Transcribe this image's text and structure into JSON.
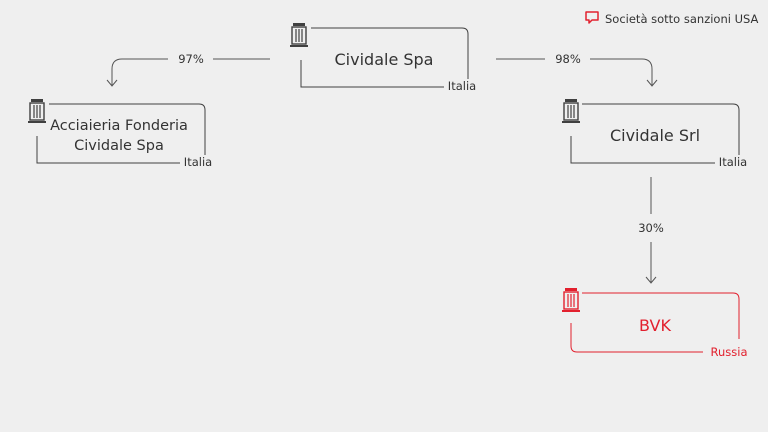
{
  "legend": {
    "label": "Società sotto sanzioni USA",
    "icon": "sanction-flag-icon"
  },
  "colors": {
    "background": "#efefef",
    "normal": "#404040",
    "sanctioned": "#e2202e",
    "text": "#333333"
  },
  "nodes": [
    {
      "id": "cividale-spa",
      "name_lines": [
        "Cividale Spa"
      ],
      "country": "Italia",
      "sanctioned": false,
      "icon": "building-icon"
    },
    {
      "id": "acciaieria",
      "name_lines": [
        "Acciaieria Fonderia",
        "Cividale Spa"
      ],
      "country": "Italia",
      "sanctioned": false,
      "icon": "building-icon"
    },
    {
      "id": "cividale-srl",
      "name_lines": [
        "Cividale Srl"
      ],
      "country": "Italia",
      "sanctioned": false,
      "icon": "building-icon"
    },
    {
      "id": "bvk",
      "name_lines": [
        "BVK"
      ],
      "country": "Russia",
      "sanctioned": true,
      "icon": "building-icon"
    }
  ],
  "edges": [
    {
      "from": "cividale-spa",
      "to": "acciaieria",
      "label": "97%"
    },
    {
      "from": "cividale-spa",
      "to": "cividale-srl",
      "label": "98%"
    },
    {
      "from": "cividale-srl",
      "to": "bvk",
      "label": "30%"
    }
  ]
}
